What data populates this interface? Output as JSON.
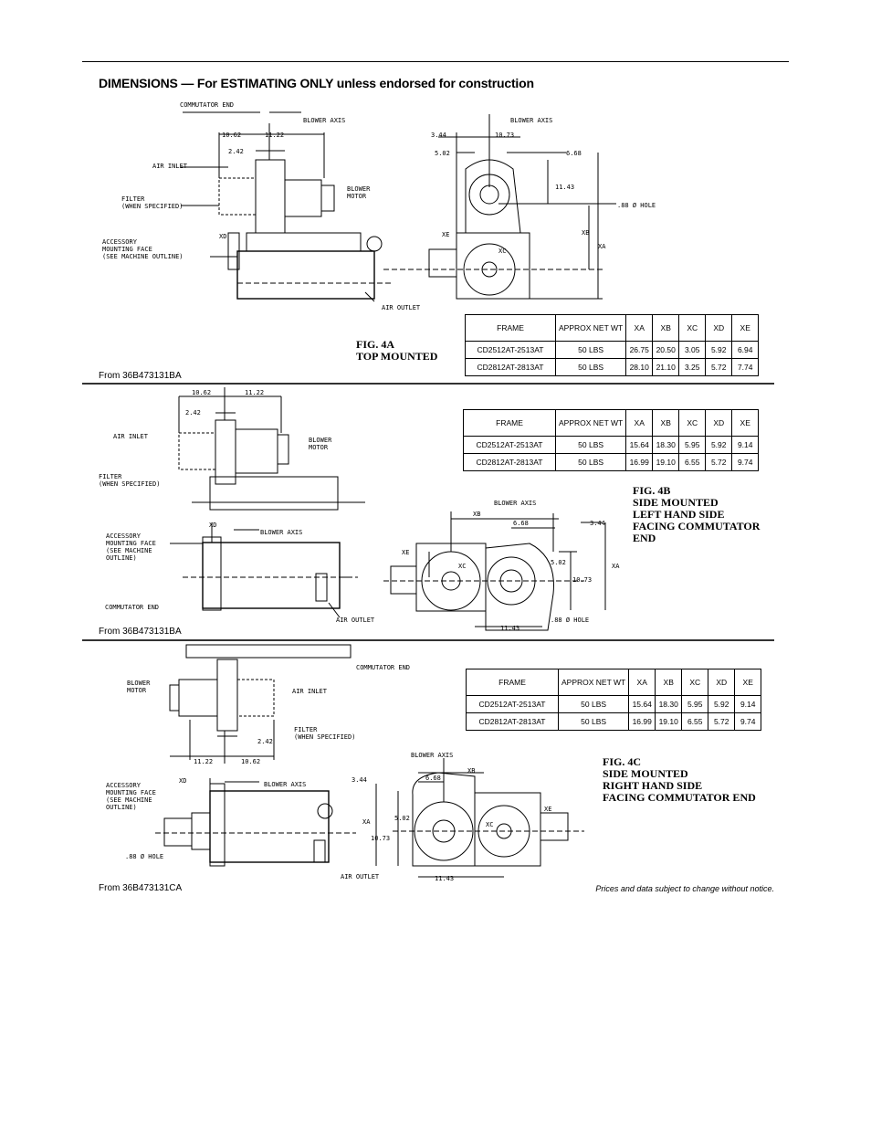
{
  "heading": "DIMENSIONS — For ESTIMATING ONLY unless endorsed for construction",
  "notice": "Prices and data subject to change without notice.",
  "table_headers": [
    "FRAME",
    "APPROX NET WT",
    "XA",
    "XB",
    "XC",
    "XD",
    "XE"
  ],
  "fig4a": {
    "caption": [
      "FIG. 4A",
      "TOP MOUNTED"
    ],
    "source": "From 36B473131BA",
    "rows": [
      [
        "CD2512AT-2513AT",
        "50 LBS",
        "26.75",
        "20.50",
        "3.05",
        "5.92",
        "6.94"
      ],
      [
        "CD2812AT-2813AT",
        "50 LBS",
        "28.10",
        "21.10",
        "3.25",
        "5.72",
        "7.74"
      ]
    ],
    "labels": {
      "commutator_end": "COMMUTATOR END",
      "blower_axis_1": "BLOWER AXIS",
      "blower_axis_2": "BLOWER AXIS",
      "air_inlet": "AIR INLET",
      "filter_1": "FILTER",
      "filter_2": "(WHEN SPECIFIED)",
      "blower_motor_1": "BLOWER",
      "blower_motor_2": "MOTOR",
      "accessory_1": "ACCESSORY",
      "accessory_2": "MOUNTING FACE",
      "accessory_3": "(SEE MACHINE OUTLINE)",
      "air_outlet": "AIR OUTLET",
      "hole": ".88 Ø HOLE",
      "d1062": "10.62",
      "d1122": "11.22",
      "d242": "2.42",
      "d344": "3.44",
      "d1073": "10.73",
      "d502": "5.02",
      "d668": "6.68",
      "d1143": "11.43",
      "xd": "XD",
      "xe": "XE",
      "xc": "XC",
      "xb": "XB",
      "xa": "XA"
    }
  },
  "fig4b": {
    "caption": [
      "FIG. 4B",
      "SIDE MOUNTED",
      "LEFT HAND SIDE",
      "FACING COMMUTATOR",
      "END"
    ],
    "source": "From 36B473131BA",
    "rows": [
      [
        "CD2512AT-2513AT",
        "50 LBS",
        "15.64",
        "18.30",
        "5.95",
        "5.92",
        "9.14"
      ],
      [
        "CD2812AT-2813AT",
        "50 LBS",
        "16.99",
        "19.10",
        "6.55",
        "5.72",
        "9.74"
      ]
    ],
    "labels": {
      "d1062": "10.62",
      "d1122": "11.22",
      "d242": "2.42",
      "air_inlet": "AIR INLET",
      "blower_motor_1": "BLOWER",
      "blower_motor_2": "MOTOR",
      "filter_1": "FILTER",
      "filter_2": "(WHEN SPECIFIED)",
      "xd": "XD",
      "blower_axis_1": "BLOWER AXIS",
      "accessory_1": "ACCESSORY",
      "accessory_2": "MOUNTING FACE",
      "accessory_3": "(SEE MACHINE",
      "accessory_4": "OUTLINE)",
      "commutator_end": "COMMUTATOR END",
      "air_outlet": "AIR OUTLET",
      "blower_axis_2": "BLOWER AXIS",
      "xb": "XB",
      "d668": "6.68",
      "d344": "3.44",
      "xe": "XE",
      "xc": "XC",
      "d502": "5.02",
      "d1073": "10.73",
      "xa": "XA",
      "hole": ".88 Ø HOLE",
      "d1143": "11.43"
    }
  },
  "fig4c": {
    "caption": [
      "FIG. 4C",
      "SIDE MOUNTED",
      "RIGHT HAND SIDE",
      "FACING COMMUTATOR END"
    ],
    "source": "From 36B473131CA",
    "rows": [
      [
        "CD2512AT-2513AT",
        "50 LBS",
        "15.64",
        "18.30",
        "5.95",
        "5.92",
        "9.14"
      ],
      [
        "CD2812AT-2813AT",
        "50 LBS",
        "16.99",
        "19.10",
        "6.55",
        "5.72",
        "9.74"
      ]
    ],
    "labels": {
      "commutator_end": "COMMUTATOR END",
      "blower_motor_1": "BLOWER",
      "blower_motor_2": "MOTOR",
      "air_inlet": "AIR INLET",
      "d242": "2.42",
      "filter_1": "FILTER",
      "filter_2": "(WHEN SPECIFIED)",
      "d1122": "11.22",
      "d1062": "10.62",
      "xd": "XD",
      "blower_axis_1": "BLOWER AXIS",
      "accessory_1": "ACCESSORY",
      "accessory_2": "MOUNTING FACE",
      "accessory_3": "(SEE MACHINE",
      "accessory_4": "OUTLINE)",
      "hole": ".88 Ø HOLE",
      "air_outlet": "AIR OUTLET",
      "blower_axis_2": "BLOWER AXIS",
      "d344": "3.44",
      "d668": "6.68",
      "xb": "XB",
      "d502": "5.02",
      "xa": "XA",
      "d1073": "10.73",
      "xc": "XC",
      "xe": "XE",
      "d1143": "11.43"
    }
  }
}
